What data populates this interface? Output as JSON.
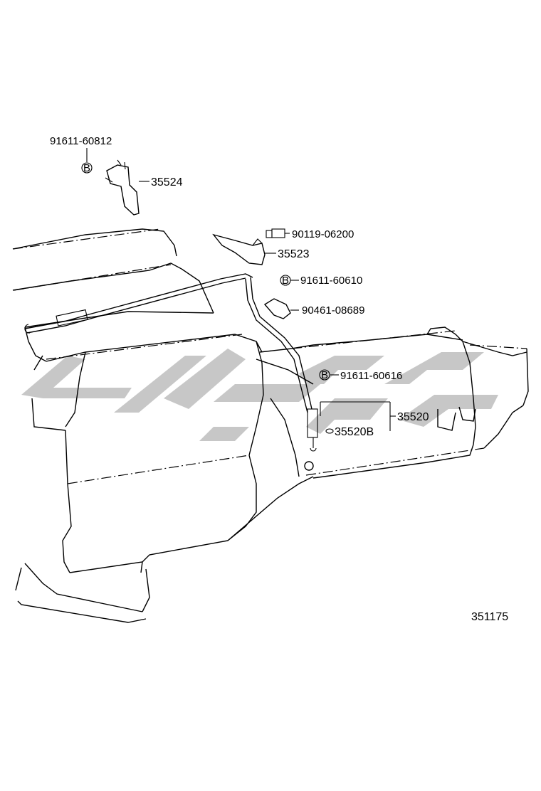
{
  "diagram": {
    "figure_number": "351175",
    "parts": [
      {
        "id": "p1",
        "number": "91611-60812",
        "marker": "B"
      },
      {
        "id": "p2",
        "number": "35524"
      },
      {
        "id": "p3",
        "number": "90119-06200"
      },
      {
        "id": "p4",
        "number": "35523"
      },
      {
        "id": "p5",
        "number": "91611-60610",
        "marker": "B"
      },
      {
        "id": "p6",
        "number": "90461-08689"
      },
      {
        "id": "p7",
        "number": "91611-60616",
        "marker": "B"
      },
      {
        "id": "p8",
        "number": "35520"
      },
      {
        "id": "p9",
        "number": "35520B"
      }
    ]
  }
}
